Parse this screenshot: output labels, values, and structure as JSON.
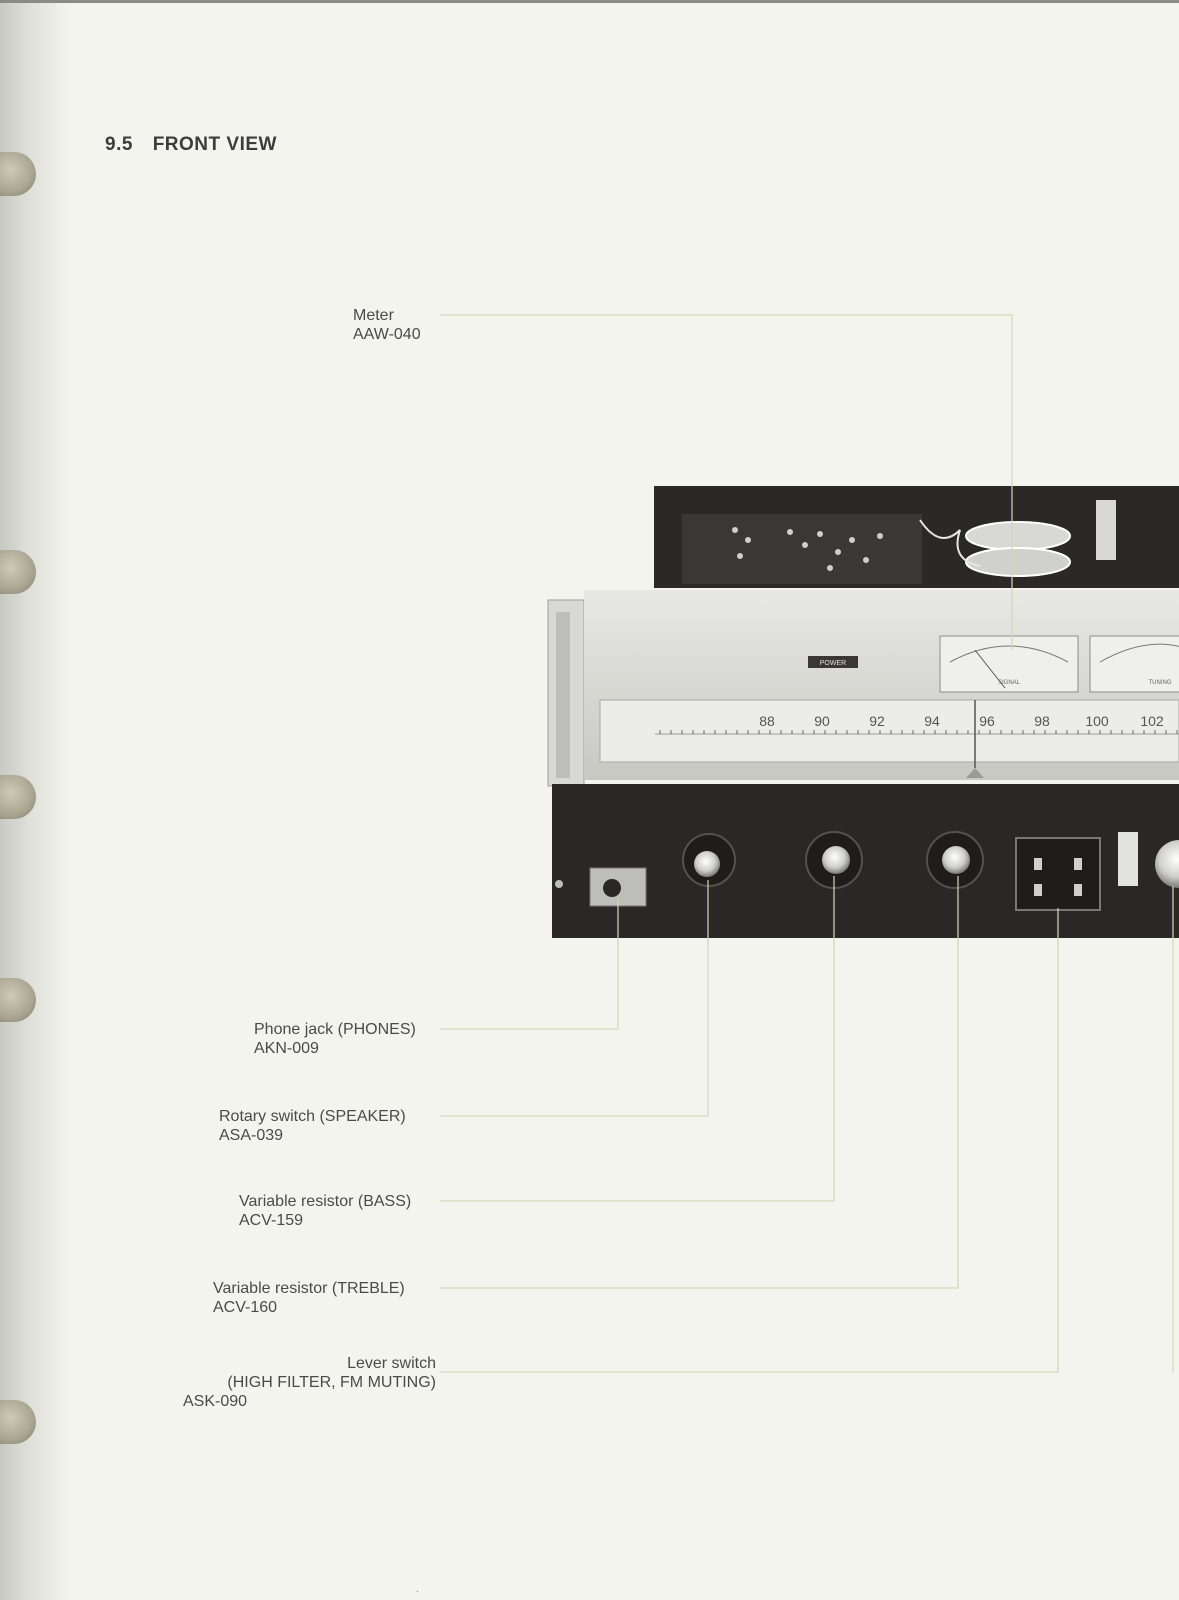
{
  "section": {
    "number": "9.5",
    "title": "FRONT VIEW"
  },
  "callouts": [
    {
      "id": "meter",
      "name": "Meter",
      "code": "AAW-040"
    },
    {
      "id": "phone-jack",
      "name": "Phone jack (PHONES)",
      "code": "AKN-009"
    },
    {
      "id": "rotary-switch",
      "name": "Rotary switch (SPEAKER)",
      "code": "ASA-039"
    },
    {
      "id": "bass",
      "name": "Variable resistor (BASS)",
      "code": "ACV-159"
    },
    {
      "id": "treble",
      "name": "Variable resistor (TREBLE)",
      "code": "ACV-160"
    },
    {
      "id": "lever-switch",
      "name": "Lever switch",
      "name2": "(HIGH FILTER, FM MUTING)",
      "code": "ASK-090"
    }
  ],
  "device": {
    "power_label": "POWER",
    "meter_left_label": "SIGNAL",
    "meter_right_label": "TUNING",
    "dial_scale": [
      "88",
      "90",
      "92",
      "94",
      "96",
      "98",
      "100",
      "102"
    ]
  },
  "colors": {
    "leader_line": "#d3d8b6",
    "panel_dark": "#2a2826",
    "faceplate": "#dcdcd8"
  }
}
